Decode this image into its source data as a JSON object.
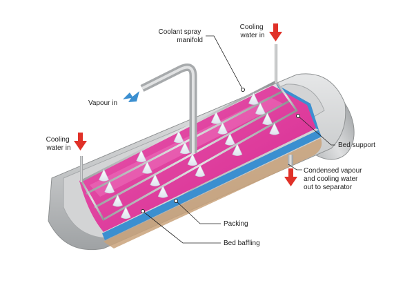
{
  "labels": {
    "coolant_spray_manifold": [
      "Coolant spray",
      "manifold"
    ],
    "cooling_water_in_top": [
      "Cooling",
      "water in"
    ],
    "vapour_in": "Vapour in",
    "cooling_water_in_left": [
      "Cooling",
      "water in"
    ],
    "bed_support": "Bed support",
    "condensed_vapour": [
      "Condensed vapour",
      "and cooling water",
      "out to separator"
    ],
    "packing": "Packing",
    "bed_baffling": "Bed baffling"
  },
  "colors": {
    "shell": "#c8cacb",
    "shell_dark": "#8e9192",
    "packing": "#e0389c",
    "packing_light": "#ef7ac0",
    "baffle_blue": "#3b8fd0",
    "condensate": "#c9a27a",
    "inlet_arrow_red": "#e03128",
    "vapour_arrow_blue": "#3b8fd0",
    "pipe": "#b9bcbe",
    "spray": "#f4f6fb"
  },
  "icons": {
    "vapour_arrow": "arrow-right-icon",
    "water_arrow": "arrow-down-icon"
  }
}
